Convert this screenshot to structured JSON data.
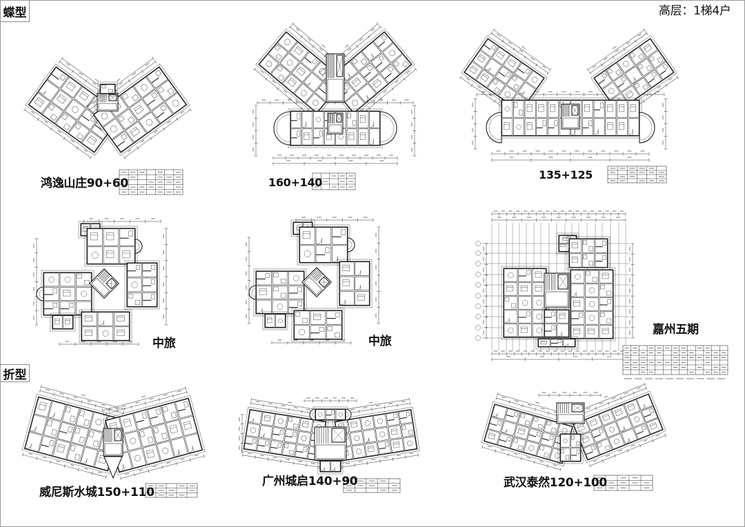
{
  "header": {
    "note": "高层：1梯4户"
  },
  "sections": {
    "butterfly": {
      "label": "蝶型",
      "plans": [
        {
          "label": "鸿逸山庄90+60"
        },
        {
          "label": "160+140"
        },
        {
          "label": "135+125"
        },
        {
          "label": "中旅"
        },
        {
          "label": "中旅"
        },
        {
          "label": "嘉州五期"
        }
      ]
    },
    "folded": {
      "label": "折型",
      "plans": [
        {
          "label": "威尼斯水城150+110"
        },
        {
          "label": "广州城启140+90"
        },
        {
          "label": "武汉泰然120+100"
        }
      ]
    }
  },
  "colors": {
    "line": "#1e1e1e",
    "background": "#ffffff"
  }
}
